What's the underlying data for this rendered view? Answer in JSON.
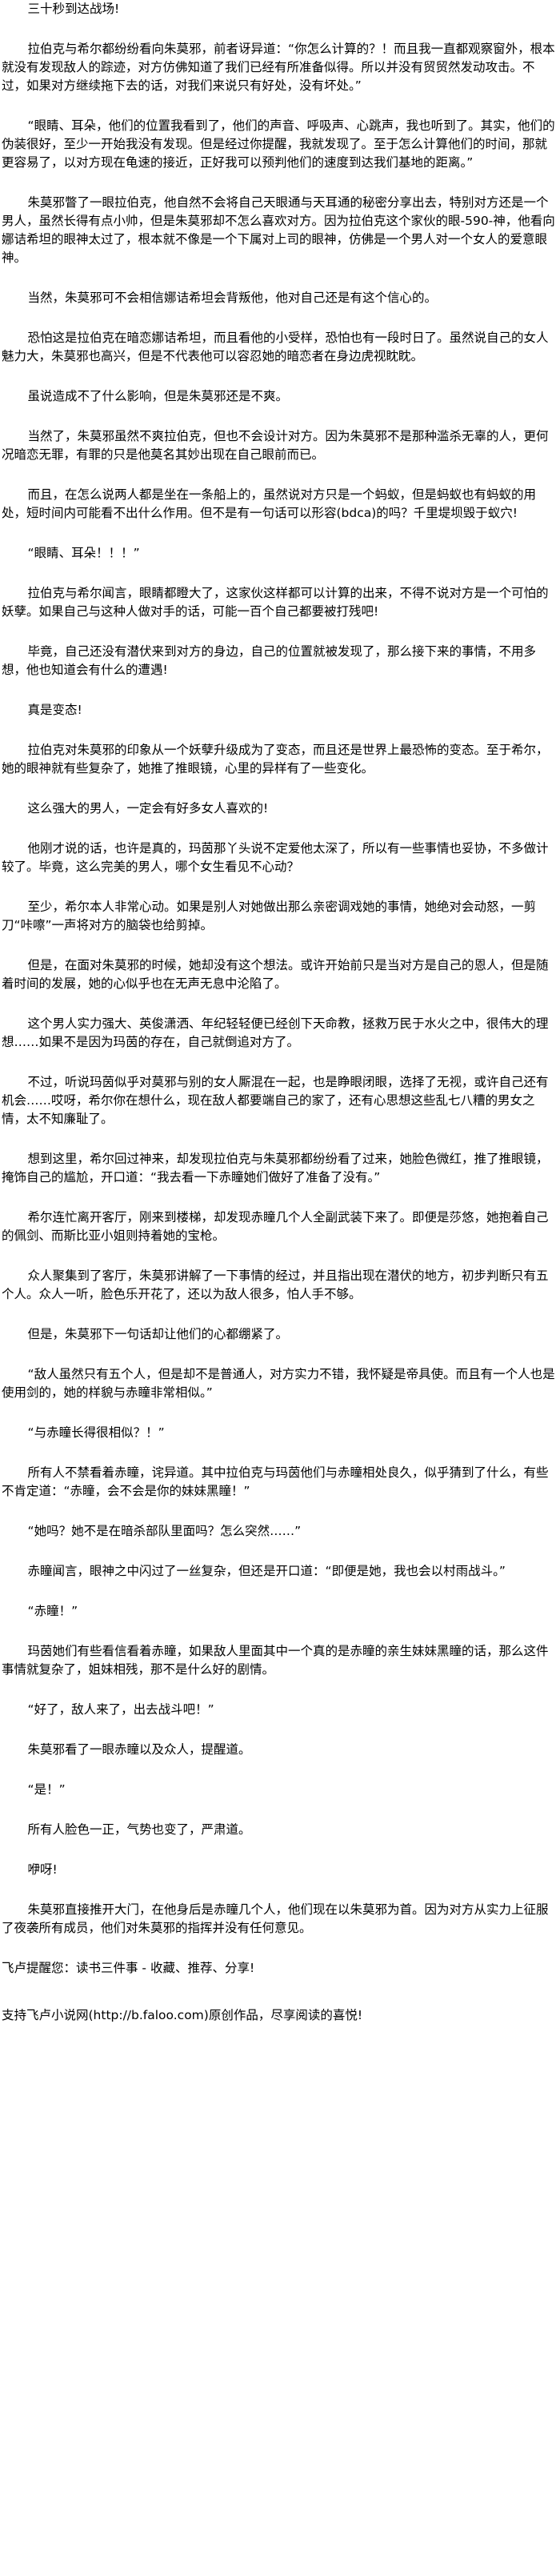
{
  "chapter": {
    "paragraphs": [
      "三十秒到达战场!",
      "拉伯克与希尔都纷纷看向朱莫邪，前者讶异道：“你怎么计算的？！而且我一直都观察窗外，根本就没有发现敌人的踪迹，对方仿佛知道了我们已经有所准备似得。所以并没有贸贸然发动攻击。不过，如果对方继续拖下去的话，对我们来说只有好处，没有坏处。”",
      "“眼睛、耳朵，他们的位置我看到了，他们的声音、呼吸声、心跳声，我也听到了。其实，他们的伪装很好，至少一开始我没有发现。但是经过你提醒，我就发现了。至于怎么计算他们的时间，那就更容易了，以对方现在龟速的接近，正好我可以预判他们的速度到达我们基地的距离。”",
      "朱莫邪瞥了一眼拉伯克，他自然不会将自己天眼通与天耳通的秘密分享出去，特别对方还是一个男人，虽然长得有点小帅，但是朱莫邪却不怎么喜欢对方。因为拉伯克这个家伙的眼-590-神，他看向娜诘希坦的眼神太过了，根本就不像是一个下属对上司的眼神，仿佛是一个男人对一个女人的爱意眼神。",
      "当然，朱莫邪可不会相信娜诘希坦会背叛他，他对自己还是有这个信心的。",
      "恐怕这是拉伯克在暗恋娜诘希坦，而且看他的小受样，恐怕也有一段时日了。虽然说自己的女人魅力大，朱莫邪也高兴，但是不代表他可以容忍她的暗恋者在身边虎视眈眈。",
      "虽说造成不了什么影响，但是朱莫邪还是不爽。",
      "当然了，朱莫邪虽然不爽拉伯克，但也不会设计对方。因为朱莫邪不是那种滥杀无辜的人，更何况暗恋无罪，有罪的只是他莫名其妙出现在自己眼前而已。",
      "而且，在怎么说两人都是坐在一条船上的，虽然说对方只是一个蚂蚁，但是蚂蚁也有蚂蚁的用处，短时间内可能看不出什么作用。但不是有一句话可以形容(bdca)的吗？千里堤坝毁于蚁穴!",
      "“眼睛、耳朵！！！”",
      "拉伯克与希尔闻言，眼睛都瞪大了，这家伙这样都可以计算的出来，不得不说对方是一个可怕的妖孽。如果自己与这种人做对手的话，可能一百个自己都要被打残吧!",
      "毕竟，自己还没有潜伏来到对方的身边，自己的位置就被发现了，那么接下来的事情，不用多想，他也知道会有什么的遭遇!",
      "真是变态!",
      "拉伯克对朱莫邪的印象从一个妖孽升级成为了变态，而且还是世界上最恐怖的变态。至于希尔，她的眼神就有些复杂了，她推了推眼镜，心里的异样有了一些变化。",
      "这么强大的男人，一定会有好多女人喜欢的!",
      "他刚才说的话，也许是真的，玛茵那丫头说不定爱他太深了，所以有一些事情也妥协，不多做计较了。毕竟，这么完美的男人，哪个女生看见不心动？",
      "至少，希尔本人非常心动。如果是别人对她做出那么亲密调戏她的事情，她绝对会动怒，一剪刀“咔嚓”一声将对方的脑袋也给剪掉。",
      "但是，在面对朱莫邪的时候，她却没有这个想法。或许开始前只是当对方是自己的恩人，但是随着时间的发展，她的心似乎也在无声无息中沦陷了。",
      "这个男人实力强大、英俊潇洒、年纪轻轻便已经创下天命教，拯救万民于水火之中，很伟大的理想……如果不是因为玛茵的存在，自己就倒追对方了。",
      "不过，听说玛茵似乎对莫邪与别的女人厮混在一起，也是睁眼闭眼，选择了无视，或许自己还有机会……哎呀，希尔你在想什么，现在敌人都要端自己的家了，还有心思想这些乱七八糟的男女之情，太不知廉耻了。",
      "想到这里，希尔回过神来，却发现拉伯克与朱莫邪都纷纷看了过来，她脸色微红，推了推眼镜，掩饰自己的尴尬，开口道：“我去看一下赤瞳她们做好了准备了没有。”",
      "希尔连忙离开客厅，刚来到楼梯，却发现赤瞳几个人全副武装下来了。即便是莎悠，她抱着自己的佩剑、而斯比亚小姐则持着她的宝枪。",
      "众人聚集到了客厅，朱莫邪讲解了一下事情的经过，并且指出现在潜伏的地方，初步判断只有五个人。众人一听，脸色乐开花了，还以为敌人很多，怕人手不够。",
      "但是，朱莫邪下一句话却让他们的心都绷紧了。",
      "“敌人虽然只有五个人，但是却不是普通人，对方实力不错，我怀疑是帝具使。而且有一个人也是使用剑的，她的样貌与赤瞳非常相似。”",
      "“与赤瞳长得很相似？！”",
      "所有人不禁看着赤瞳，诧异道。其中拉伯克与玛茵他们与赤瞳相处良久，似乎猜到了什么，有些不肯定道：“赤瞳，会不会是你的妹妹黑瞳！”",
      "“她吗？她不是在暗杀部队里面吗？怎么突然……”",
      "赤瞳闻言，眼神之中闪过了一丝复杂，但还是开口道：“即便是她，我也会以村雨战斗。”",
      "“赤瞳！”",
      "玛茵她们有些看信看着赤瞳，如果敌人里面其中一个真的是赤瞳的亲生妹妹黑瞳的话，那么这件事情就复杂了，姐妹相残，那不是什么好的剧情。",
      "“好了，敌人来了，出去战斗吧！”",
      "朱莫邪看了一眼赤瞳以及众人，提醒道。",
      "“是！”",
      "所有人脸色一正，气势也变了，严肃道。",
      "咿呀!",
      "朱莫邪直接推开大门，在他身后是赤瞳几个人，他们现在以朱莫邪为首。因为对方从实力上征服了夜袭所有成员，他们对朱莫邪的指挥并没有任何意见。"
    ],
    "footer": {
      "reminder": "飞卢提醒您：读书三件事 - 收藏、推荐、分享!",
      "support": "支持飞卢小说网(http://b.faloo.com)原创作品，尽享阅读的喜悦!"
    }
  }
}
